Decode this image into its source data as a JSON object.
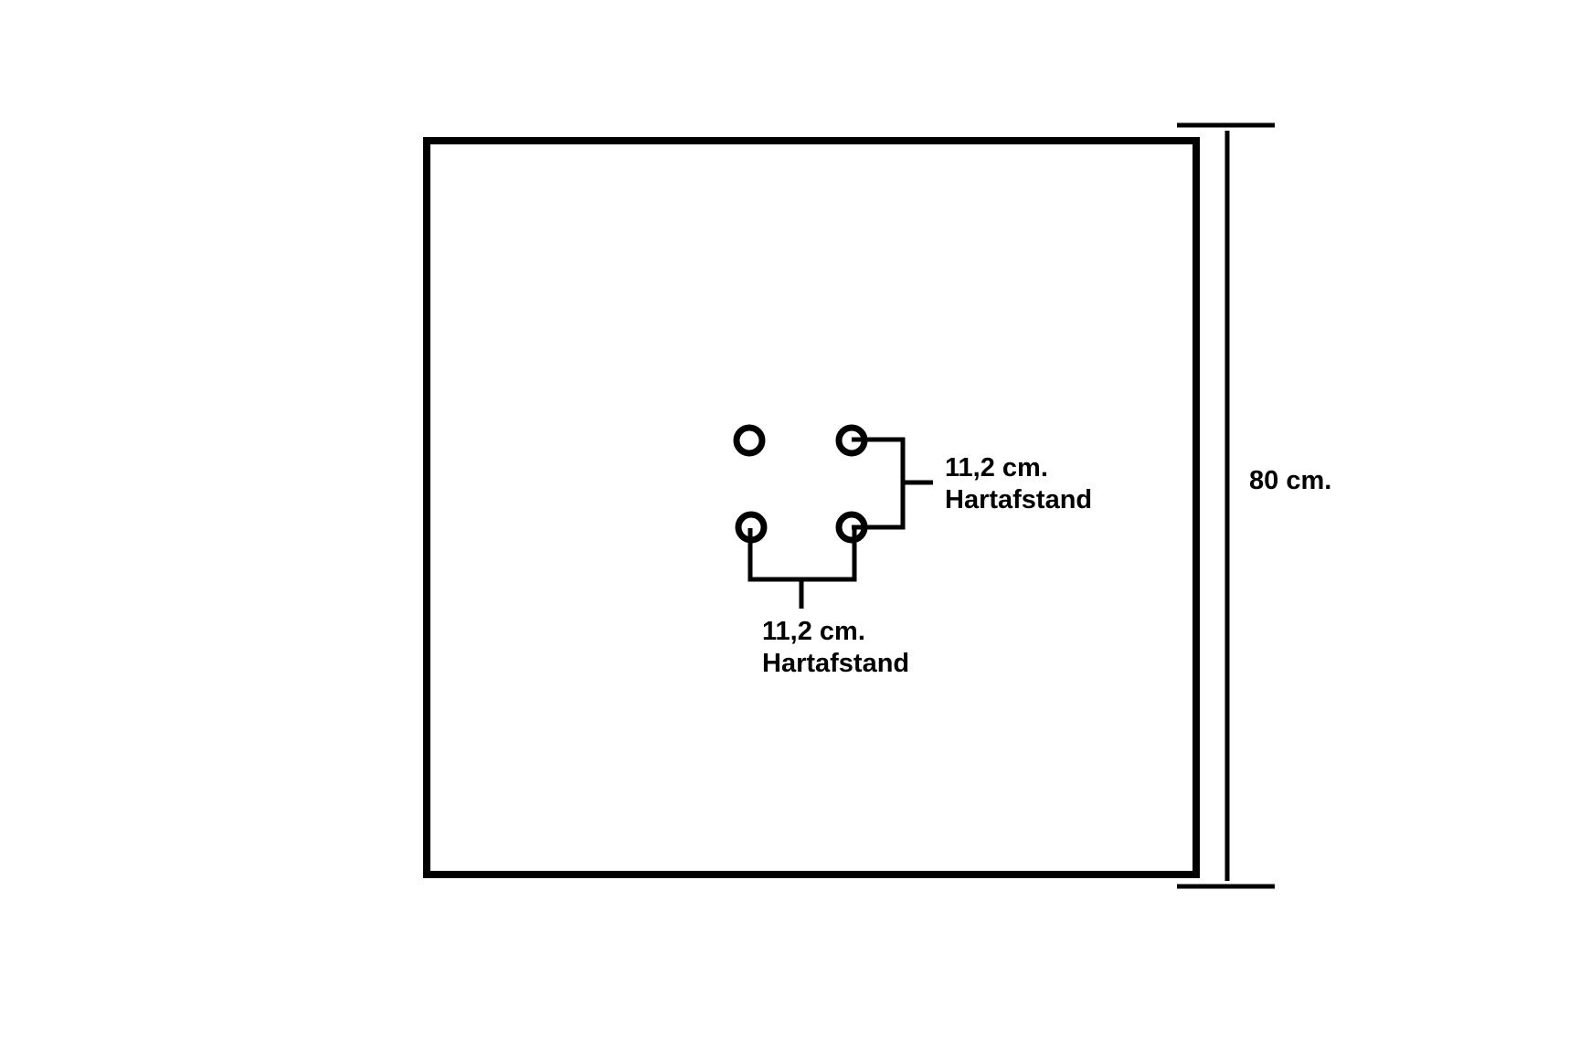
{
  "dimensions": {
    "height_label": "80 cm.",
    "horizontal_spacing": {
      "value_label": "11,2 cm.",
      "caption": "Hartafstand"
    },
    "vertical_spacing": {
      "value_label": "11,2 cm.",
      "caption": "Hartafstand"
    }
  },
  "holes": [
    {
      "id": "top-left",
      "note": ""
    },
    {
      "id": "top-right",
      "note": ""
    },
    {
      "id": "bottom-left",
      "note": ""
    },
    {
      "id": "bottom-right",
      "note": ""
    }
  ]
}
